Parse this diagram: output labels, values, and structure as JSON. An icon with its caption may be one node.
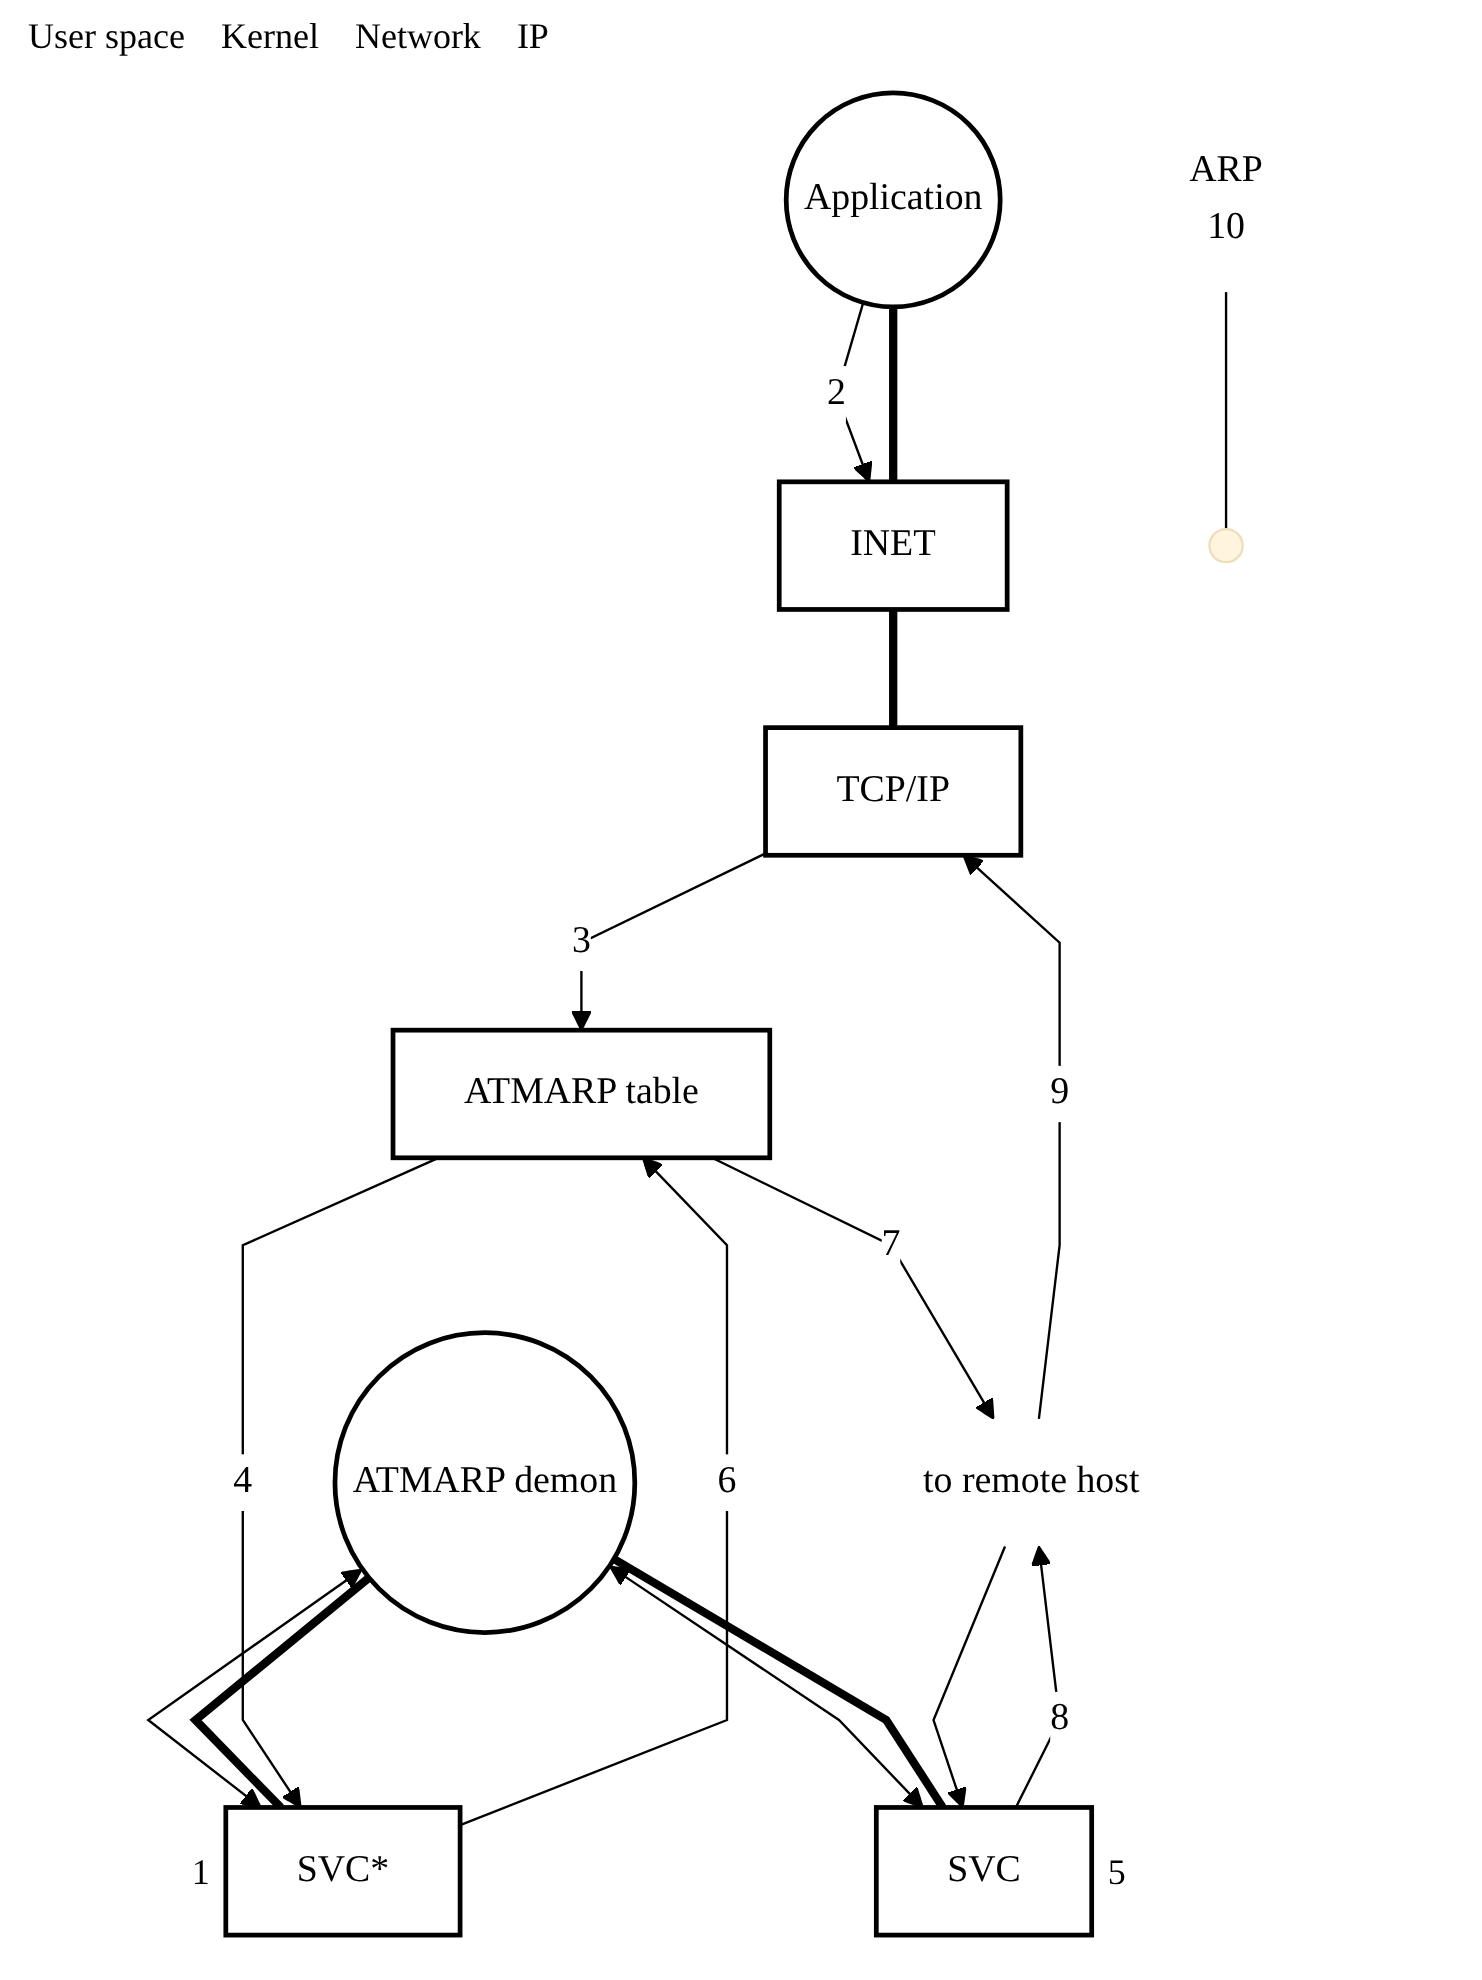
{
  "diagram": {
    "nodes": [
      {
        "text": [
          "Application"
        ]
      },
      {
        "text": [
          "ATMARP demon"
        ]
      },
      {
        "text": [
          "INET"
        ]
      },
      {
        "text": [
          "SVC*"
        ],
        "beside": [
          "1"
        ]
      },
      {
        "text": [
          "SVC"
        ],
        "beside": [
          "5"
        ]
      },
      {
        "text": [
          "TCP/IP"
        ]
      },
      {
        "text": [
          "ATMARP table"
        ]
      },
      {
        "text": [
          "to remote host"
        ]
      },
      {
        "text": [
          "ARP",
          "10"
        ]
      }
    ],
    "edges": [
      {
        "from": 0,
        "to": 2,
        "arrow": "to",
        "label": "2"
      },
      {
        "from": 0,
        "to": 2,
        "arrow": "none",
        "style": "thick"
      },
      {
        "from": 1,
        "to": 3,
        "arrow": "both"
      },
      {
        "from": 1,
        "to": 3,
        "arrow": "none",
        "style": "thick"
      },
      {
        "from": 1,
        "to": 4,
        "arrow": "both"
      },
      {
        "from": 1,
        "to": 4,
        "arrow": "none",
        "style": "thick"
      },
      {
        "from": 2,
        "to": 5,
        "arrow": "none",
        "style": "thick"
      },
      {
        "from": 3,
        "to": 6,
        "arrow": "to",
        "label": "6"
      },
      {
        "from": 6,
        "to": 3,
        "arrow": "to",
        "label": "4"
      },
      {
        "from": 5,
        "to": 6,
        "arrow": "to",
        "label": "3"
      },
      {
        "from": 6,
        "to": 7,
        "arrow": "to",
        "label": "7"
      },
      {
        "from": 4,
        "to": 7,
        "arrow": "to",
        "label": "8"
      },
      {
        "from": 7,
        "to": 4,
        "arrow": "to"
      },
      {
        "from": 7,
        "to": 5,
        "arrow": "to",
        "label": "9"
      },
      {
        "from": 8,
        "to": null,
        "arrow": "none"
      }
    ],
    "labels": [
      "User space",
      "Kernel",
      "Network",
      "IP"
    ]
  }
}
